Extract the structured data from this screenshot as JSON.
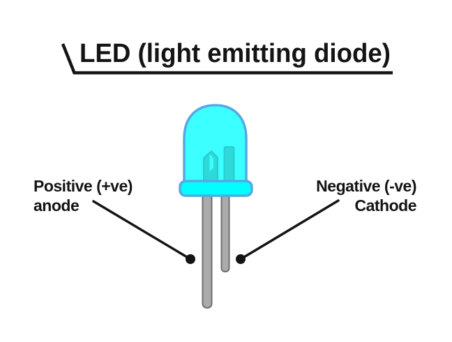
{
  "title": {
    "text": "LED (light emitting diode)"
  },
  "labels": {
    "anode": {
      "line1": "Positive (+ve)",
      "line2": "anode"
    },
    "cathode": {
      "line1": "Negative (-ve)",
      "line2": "Cathode"
    }
  },
  "colors": {
    "background": "#ffffff",
    "ink": "#141414",
    "dome_fill": "#3cffff",
    "flange_fill": "#00ffff",
    "led_outline": "#55a8e5",
    "chip_fill": "#2fd9d9",
    "chip_outline": "#29cccc",
    "leg_fill": "#ababab",
    "leg_outline": "#6e6e6e"
  }
}
